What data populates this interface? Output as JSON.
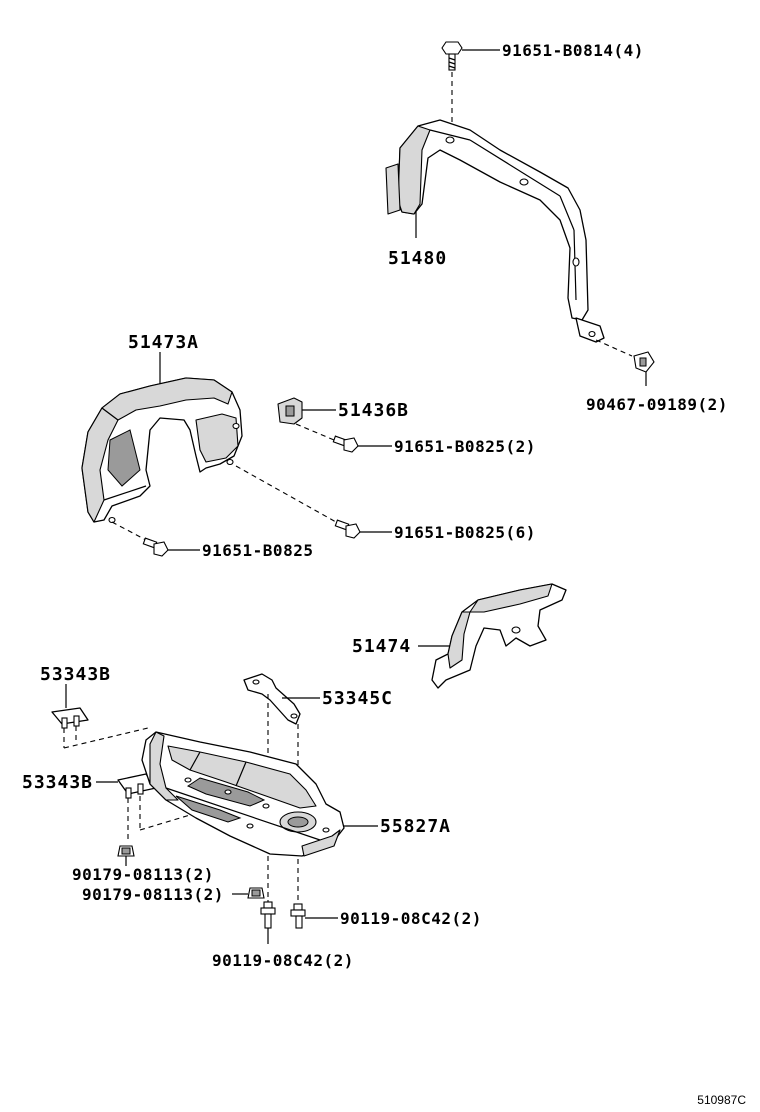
{
  "diagram": {
    "labels": {
      "bolt_91651_b0814": "91651-B0814(4)",
      "bracket_51480": "51480",
      "clip_90467": "90467-09189(2)",
      "shield_51473a": "51473A",
      "part_51436b": "51436B",
      "bolt_91651_b0825_2": "91651-B0825(2)",
      "bolt_91651_b0825_6": "91651-B0825(6)",
      "bolt_91651_b0825": "91651-B0825",
      "cover_51474": "51474",
      "clip_53343b_top": "53343B",
      "bracket_53345c": "53345C",
      "clip_53343b_mid": "53343B",
      "cover_55827a": "55827A",
      "nut_90179_a": "90179-08113(2)",
      "nut_90179_b": "90179-08113(2)",
      "bolt_90119_right": "90119-08C42(2)",
      "bolt_90119_bottom": "90119-08C42(2)"
    },
    "ref_code": "510987C"
  }
}
